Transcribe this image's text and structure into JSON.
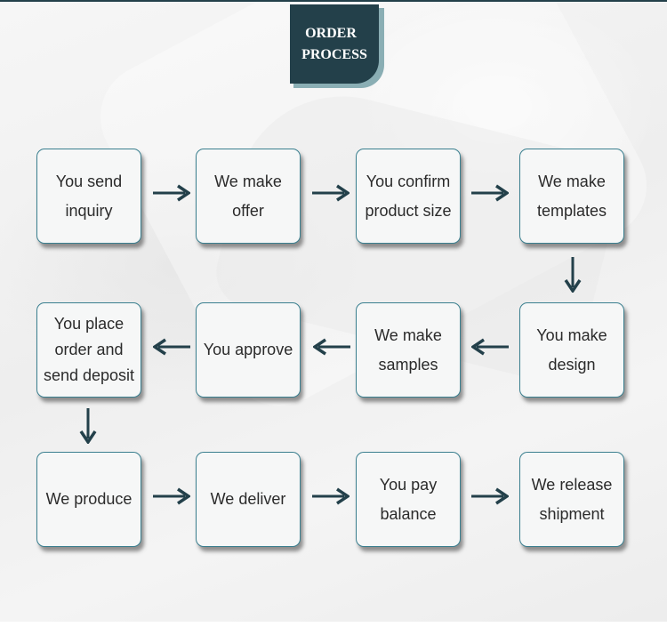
{
  "title": {
    "line1": "ORDER",
    "line2": "PROCESS"
  },
  "colors": {
    "dark_teal": "#23404a",
    "shadow_teal": "#8aaeb4",
    "box_border": "#3a7f8f",
    "text": "#2b2b2b"
  },
  "steps": [
    {
      "lines": [
        "You send",
        "inquiry"
      ]
    },
    {
      "lines": [
        "We make",
        "offer"
      ]
    },
    {
      "lines": [
        "You confirm",
        "product size"
      ]
    },
    {
      "lines": [
        "We make",
        "templates"
      ]
    },
    {
      "lines": [
        "You make",
        "design"
      ]
    },
    {
      "lines": [
        "We make",
        "samples"
      ]
    },
    {
      "lines": [
        "You approve"
      ]
    },
    {
      "lines": [
        "You place",
        "order and",
        "send deposit"
      ]
    },
    {
      "lines": [
        "We produce"
      ]
    },
    {
      "lines": [
        "We deliver"
      ]
    },
    {
      "lines": [
        "You pay",
        "balance"
      ]
    },
    {
      "lines": [
        "We release",
        "shipment"
      ]
    }
  ],
  "arrows": [
    {
      "from": 1,
      "to": 2,
      "direction": "right"
    },
    {
      "from": 2,
      "to": 3,
      "direction": "right"
    },
    {
      "from": 3,
      "to": 4,
      "direction": "right"
    },
    {
      "from": 4,
      "to": 5,
      "direction": "down"
    },
    {
      "from": 5,
      "to": 6,
      "direction": "left"
    },
    {
      "from": 6,
      "to": 7,
      "direction": "left"
    },
    {
      "from": 7,
      "to": 8,
      "direction": "left"
    },
    {
      "from": 8,
      "to": 9,
      "direction": "down"
    },
    {
      "from": 9,
      "to": 10,
      "direction": "right"
    },
    {
      "from": 10,
      "to": 11,
      "direction": "right"
    },
    {
      "from": 11,
      "to": 12,
      "direction": "right"
    }
  ]
}
